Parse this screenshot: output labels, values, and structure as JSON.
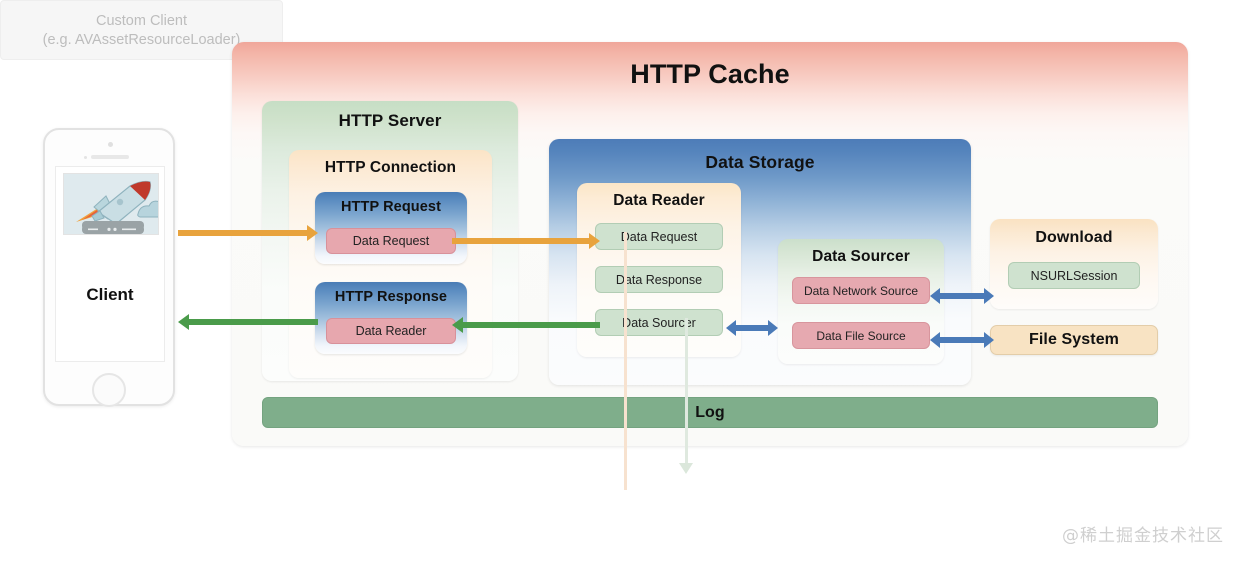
{
  "diagram": {
    "title": "HTTP Cache",
    "watermark": "@稀土掘金技术社区"
  },
  "client": {
    "label": "Client",
    "thumbnail_icon": "rocket-illustration",
    "player_icon": "video-player-bar"
  },
  "http_server": {
    "title": "HTTP Server",
    "connection": {
      "title": "HTTP Connection",
      "request": {
        "title": "HTTP Request",
        "chip": "Data Request"
      },
      "response": {
        "title": "HTTP Response",
        "chip": "Data Reader"
      }
    }
  },
  "data_storage": {
    "title": "Data Storage",
    "data_reader": {
      "title": "Data Reader",
      "chips": [
        "Data Request",
        "Data Response",
        "Data Sourcer"
      ]
    },
    "data_sourcer": {
      "title": "Data Sourcer",
      "chips": [
        "Data Network Source",
        "Data File Source"
      ]
    }
  },
  "download": {
    "title": "Download",
    "chip": "NSURLSession"
  },
  "file_system": {
    "title": "File System"
  },
  "log": {
    "title": "Log"
  },
  "custom_client": {
    "line1": "Custom Client",
    "line2": "(e.g. AVAssetResourceLoader)"
  },
  "colors": {
    "request_arrow": "#e8a33d",
    "response_arrow": "#4a9b4a",
    "bidirectional_arrow": "#4a7ab8",
    "log_bar": "#7fae8b",
    "http_cache_accent": "#f0a69a",
    "data_storage_accent": "#4d7cb8",
    "http_server_accent": "#c6dec5"
  }
}
